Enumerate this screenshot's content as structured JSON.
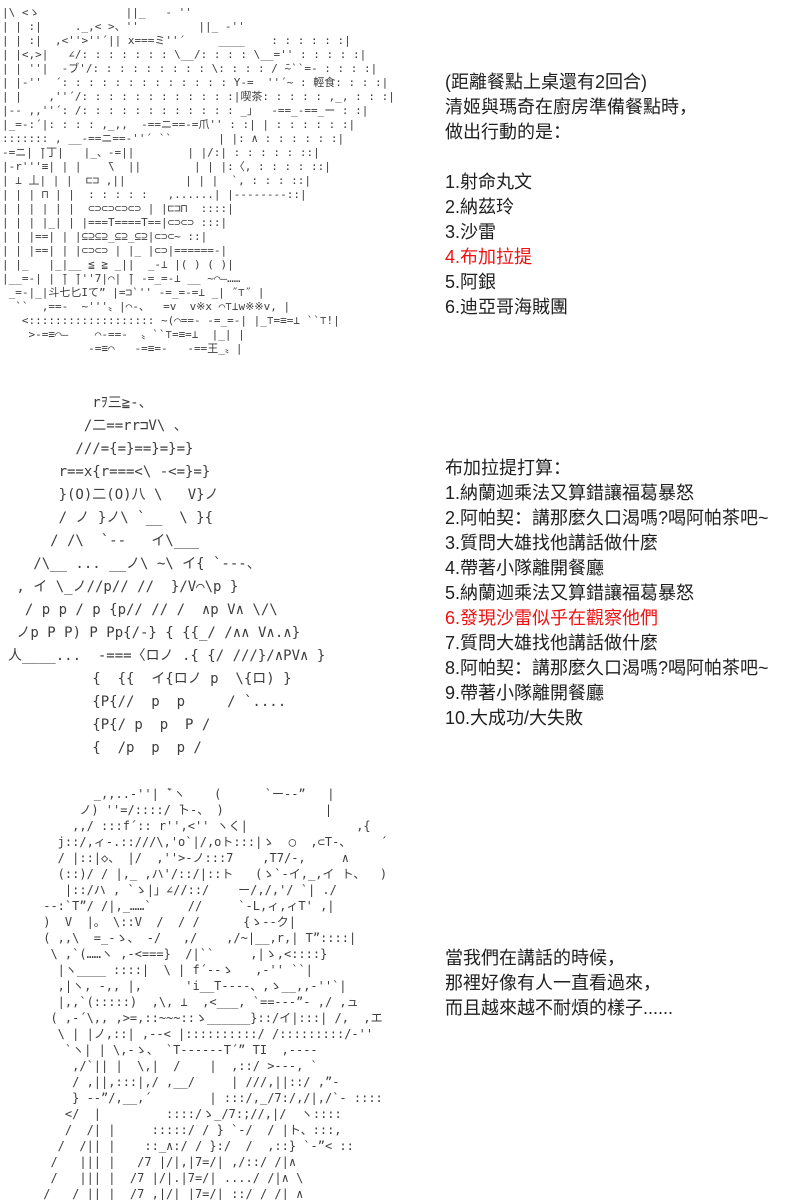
{
  "page": {
    "background": "#ffffff",
    "text_color": "#1f1f1f",
    "accent_red": "#ee1111",
    "art_color": "#3d3d3d"
  },
  "art": {
    "cafe_scene": {
      "description": "ascii-art-cafe-exterior-with-tables",
      "signs": [
        "輕食",
        "喫茶"
      ],
      "lines": [
        "|\\ <ゝ             ||_   - ''",
        "| | :|     ._,< >、''         ||_ -''",
        "| | :|  ,<''>''´|| x===ミ''´     ____    : : : : : :|",
        "| |<,>|   ∠/: : : : : : : \\__/: : : : \\__='' : : : : :|",
        "| | ''|  -ブ'/: : : : : : : : : \\: : : : / ̄~``=‐ : : : :|",
        "| |-''  ´: : : : : : : : : : : : : Y-=  ''´~ : 輕食: : : :|",
        "| |    ,''´/: : : : : : : : : : : :|喫茶: : : : : ,_, : : :|",
        "|-- ,,''´: /: : : : : : : : : : : : _」  -==_-==_ー : :|",
        "|_=-:´|: : : : ,_,,  -==ニ==-=爪'' : :| | : : : : : :|",
        "::::::: , __-==ニ==-''´ ``       | |: ∧ : : : : : :|",
        "-=ニ| ̄|丁|   |_、-=||        | |/:| : : : : : ::|",
        "|-r'''≡| | |    ̄\\  ||        | | |:〈, : : : : ::|",
        "| ⊥ 丄| | |  ⊏⊐ ,||         | | |  `, : : : ::|",
        "| | | ⊓ | |  : : : : :   ,......| |--------::|",
        "| | | | | |  ⊂⊃⊂⊃⊂⊃⊂⊃ | |⊏⊐⊓  ::::|",
        "| | | |_| | |===T====T==|⊂⊃⊂⊃ :::|",
        "| | |==| | |⊆⊇⊆⊇_⊆⊇_⊆⊇|⊂⊃⊂~ ::|",
        "| | |==| | |⊂⊃⊂⊃ | |_ |⊂⊃|======‐|",
        "| |_   |_|__ ≦ ≧ _||  _‐⊥ |( ) ( )|",
        "|__=-| | ̄| ̄|''7|⌒| ̄| -=_=-⊥ __ ~⌒―……",
        " _=-|_|斗七匕Iて” |=⊐`'' -=_=-=⊥ _| ˝⊤˝ |",
        "  ``  ,==-  ~'''〟|⌒‐、  =v  v※x ⌒⊤⊥w※※v, |",
        "   <::::::::::::::::::: ~(⌒==‐ ‐=_=-| |_⊤=≡=⊥ ``⊤!|",
        "    >-=≡⌒―    ⌒‐==‐  〟``⊤=≡=⊥  |_| |",
        "             ‐=≡⌒   ‐=≡=‐   -==王_〟|"
      ]
    },
    "bucciarati_portrait": {
      "description": "ascii-art-bucciarati-with-dotted-suit",
      "lines": [
        "          rｦ三≧-、",
        "         /二==rr⊐V\\ 、",
        "        ///={=}==}=}=}",
        "      r==x{r===<\\ -<=}=}",
        "      }(O)二(O)八 \\   V}ノ",
        "      / ノ }ノ\\ `__  \\ }{",
        "     / /\\  `--   イ\\___",
        "   /\\__ ... __ノ\\ ~\\ イ{ `---、",
        " , イ \\_ノ//p// //  }/V⌒\\p }",
        "  / p p / p {p// // /  ∧p V∧ \\/\\",
        " ノp P P) P Pp{/-} { {{_/ /∧∧ V∧.∧}",
        "人____...  -===〈ロノ .{ {/ ///}/∧PV∧ }",
        "          {  {{  イ{ロノ p  \\{ロ) }",
        "          {P{//  p  p     / `....",
        "          {P{/ p  p  P /",
        "          {  /p  p  p /"
      ]
    },
    "table_scene": {
      "description": "ascii-art-characters-talking-at-table",
      "lines": [
        "        _,,..-''| ̄`ヽ    (      `ー--”   |",
        "      ノ) ''=/::::/ ̄ト-、 )              |",
        "     ,,/ :::f´:: r'',<'' ヽく|               ,{",
        "   j::/,ィ-.::///\\,'o`|/,oト:::|ゝ  ◯  ,⊂T‐、    ´",
        "   / |::|◇、 |/  ,''>-ノ:::7    ,T7/-,     ∧",
        "   (::)/ / |,_ ,ハ'/::/|::ト   (ゝ`‐イ,_,イ ト、  )",
        "    |::/ハ , `ゝ|」∠//::/    ー/,/,'/ `| ./",
        " ‐‐:`T”/ /|,_……`     //     `‐L,ィ,ィT' ,|",
        " )  V  |。 \\::V  /  / /      {ゝ--ク|",
        " ( ,,\\  =_‐ゝ、 ‐/   ,/    ,/~|__,r,| T”::::|",
        "  \\ ,`(……ヽ ,‐<===}  /|``     ,|ゝ,<::::}",
        "   |ヽ____ ::::|  \\ | f´‐‐ゝ   ,‐'' ``|",
        "   ,|ヽ, ‐,, |,      'i__T‐---、,ゝ__,,‐''`|",
        "   |,,`(:::::)  ,\\, ⊥  ,<___, `==‐--”‐ ,/ ,ュ",
        "  ( ,‐´\\,, ,>=,::~~~::ゝ______}::/イ|:::| /,  ,エ",
        "   \\ | |ノ,::| ,‐‐< |::::::::::/ /:::::::::/‐''",
        "    `ヽ| | \\,‐ゝ、 `T‐----‐T´” TI  ,‐‐‐‐",
        "     ,/`|| |  \\,|  /    |  ,::/ >‐--, `",
        "     / ,||,:::|,/ ,__/     | ///,||::/ ,”‐",
        "     } --”/,__,´        | :::/,_/7:/,/|,/`‐ ::::",
        "    </  |         ::::/ゝ_/7:;//,|/  ヽ::::",
        "    /  /| |     :::::/ / } `‐/  / |ト、:::,",
        "   /  /|| |    ::_∧:/ / }:/  /  ,::} `‐”< ::",
        "  /   ||| |   /7 |/|,|7=/| ,/::/ /|∧",
        "  /   ||| |  /7 |/|.|7=/| ..../ /|∧ \\",
        " /   / || |  /7 ,|/| |7=/| ::/ / /| ∧"
      ]
    }
  },
  "sections": {
    "turn_prompt": {
      "intro": [
        "(距離餐點上桌還有2回合)",
        "清姬與瑪奇在廚房準備餐點時，",
        "做出行動的是："
      ],
      "options": [
        {
          "label": "1.射命丸文",
          "highlight": false
        },
        {
          "label": "2.納茲玲",
          "highlight": false
        },
        {
          "label": "3.沙雷",
          "highlight": false
        },
        {
          "label": "4.布加拉提",
          "highlight": true
        },
        {
          "label": "5.阿銀",
          "highlight": false
        },
        {
          "label": "6.迪亞哥海賊團",
          "highlight": false
        }
      ]
    },
    "bucciarati_plan": {
      "title": "布加拉提打算：",
      "options": [
        {
          "label": "1.納蘭迦乘法又算錯讓福葛暴怒",
          "highlight": false
        },
        {
          "label": "2.阿帕契：講那麼久口渴嗎?喝阿帕茶吧~",
          "highlight": false
        },
        {
          "label": "3.質問大雄找他講話做什麼",
          "highlight": false
        },
        {
          "label": "4.帶著小隊離開餐廳",
          "highlight": false
        },
        {
          "label": "5.納蘭迦乘法又算錯讓福葛暴怒",
          "highlight": false
        },
        {
          "label": "6.發現沙雷似乎在觀察他們",
          "highlight": true
        },
        {
          "label": "7.質問大雄找他講話做什麼",
          "highlight": false
        },
        {
          "label": "8.阿帕契：講那麼久口渴嗎?喝阿帕茶吧~",
          "highlight": false
        },
        {
          "label": "9.帶著小隊離開餐廳",
          "highlight": false
        },
        {
          "label": "10.大成功/大失敗",
          "highlight": false
        }
      ]
    },
    "dialogue": {
      "lines": [
        "當我們在講話的時候，",
        "那裡好像有人一直看過來，",
        "而且越來越不耐煩的樣子......"
      ]
    }
  }
}
